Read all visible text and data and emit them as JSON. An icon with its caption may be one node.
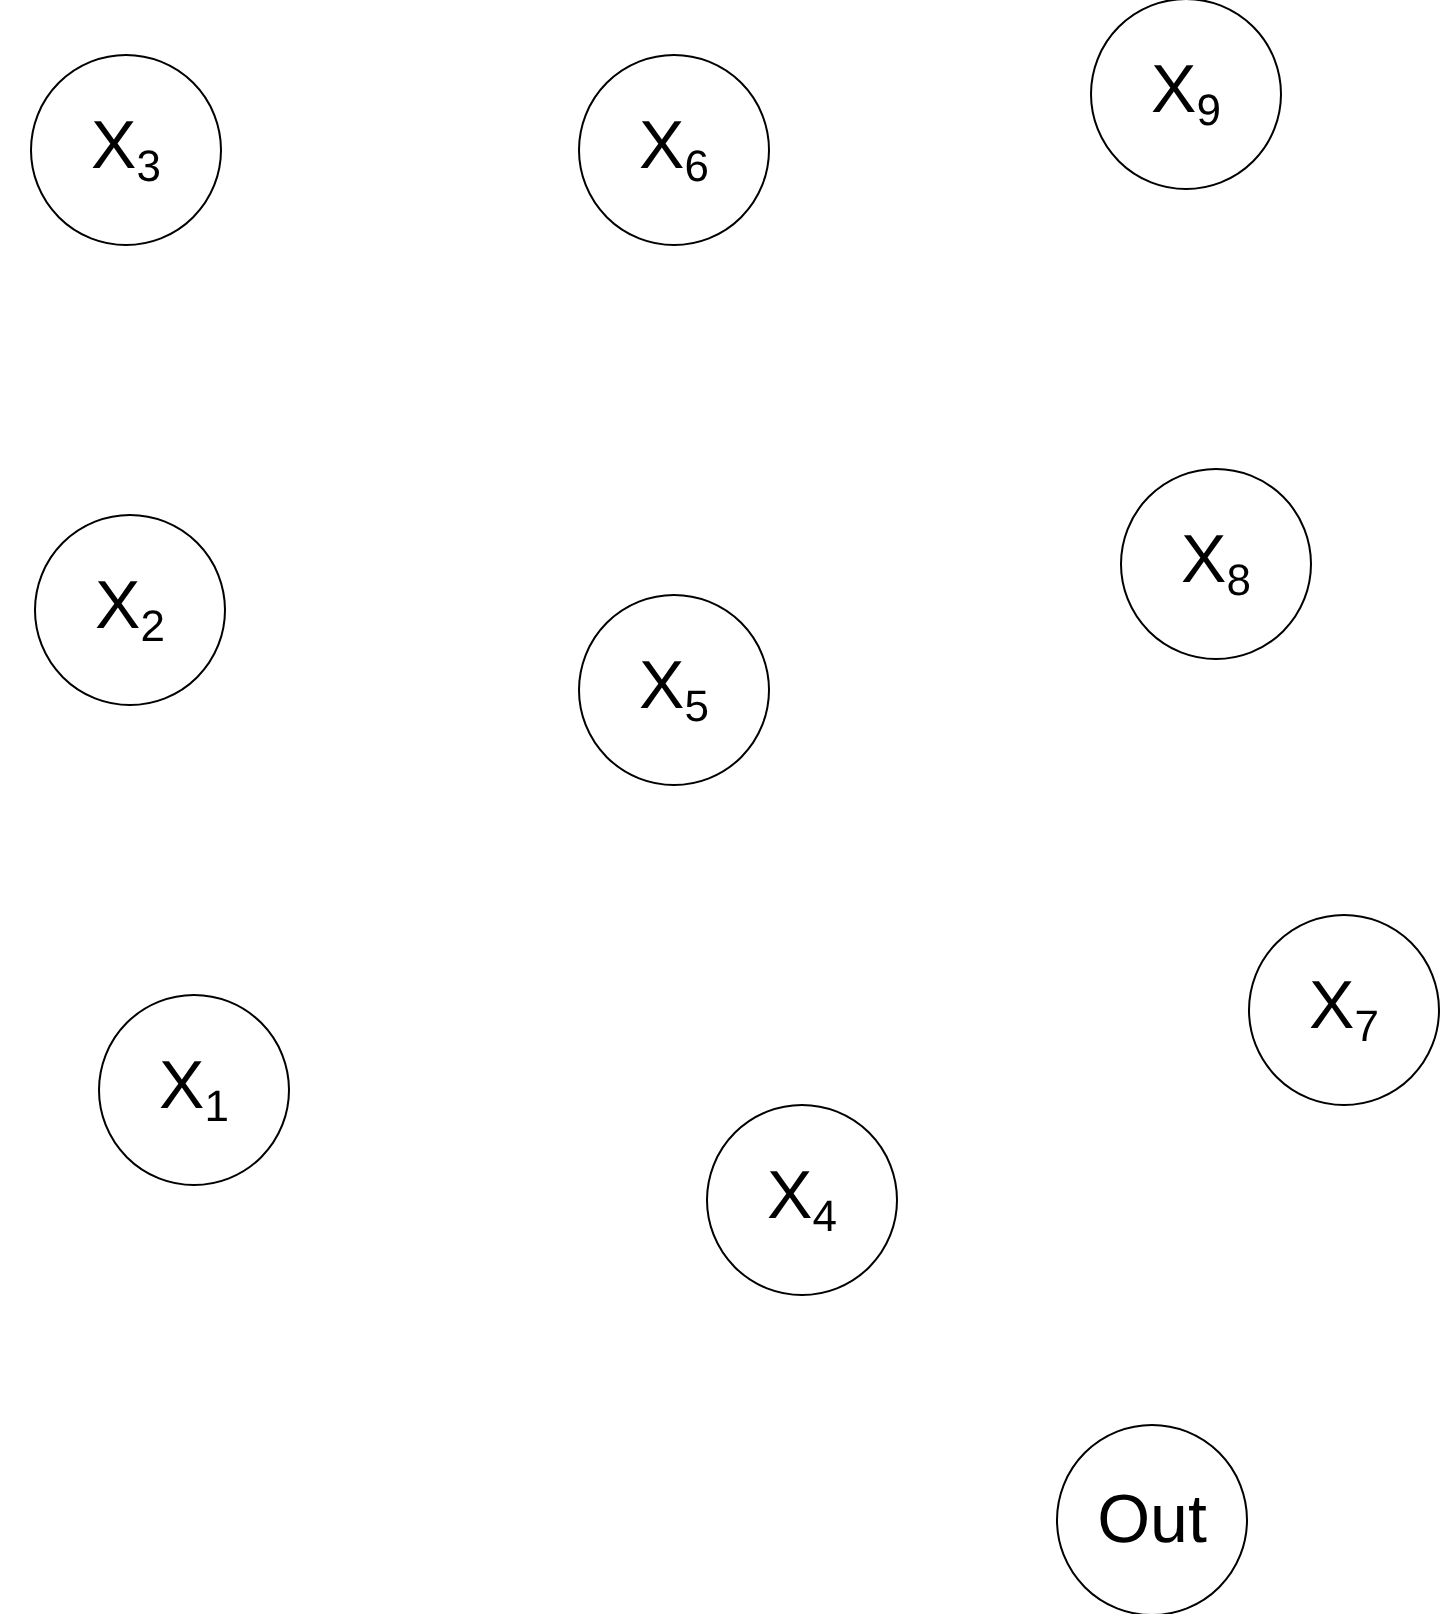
{
  "diagram": {
    "nodes": [
      {
        "text": [
          "X$_{3}$"
        ]
      },
      {
        "text": [
          "X$_{6}$"
        ]
      },
      {
        "text": [
          "X$_{9}$"
        ]
      },
      {
        "text": [
          "X$_{8}$"
        ]
      },
      {
        "text": [
          "X$_{2}$"
        ]
      },
      {
        "text": [
          "X$_{5}$"
        ]
      },
      {
        "text": [
          "X$_{7}$"
        ]
      },
      {
        "text": [
          "X$_{1}$"
        ]
      },
      {
        "text": [
          "X$_{4}$"
        ]
      },
      {
        "text": [
          "Out"
        ]
      }
    ]
  }
}
